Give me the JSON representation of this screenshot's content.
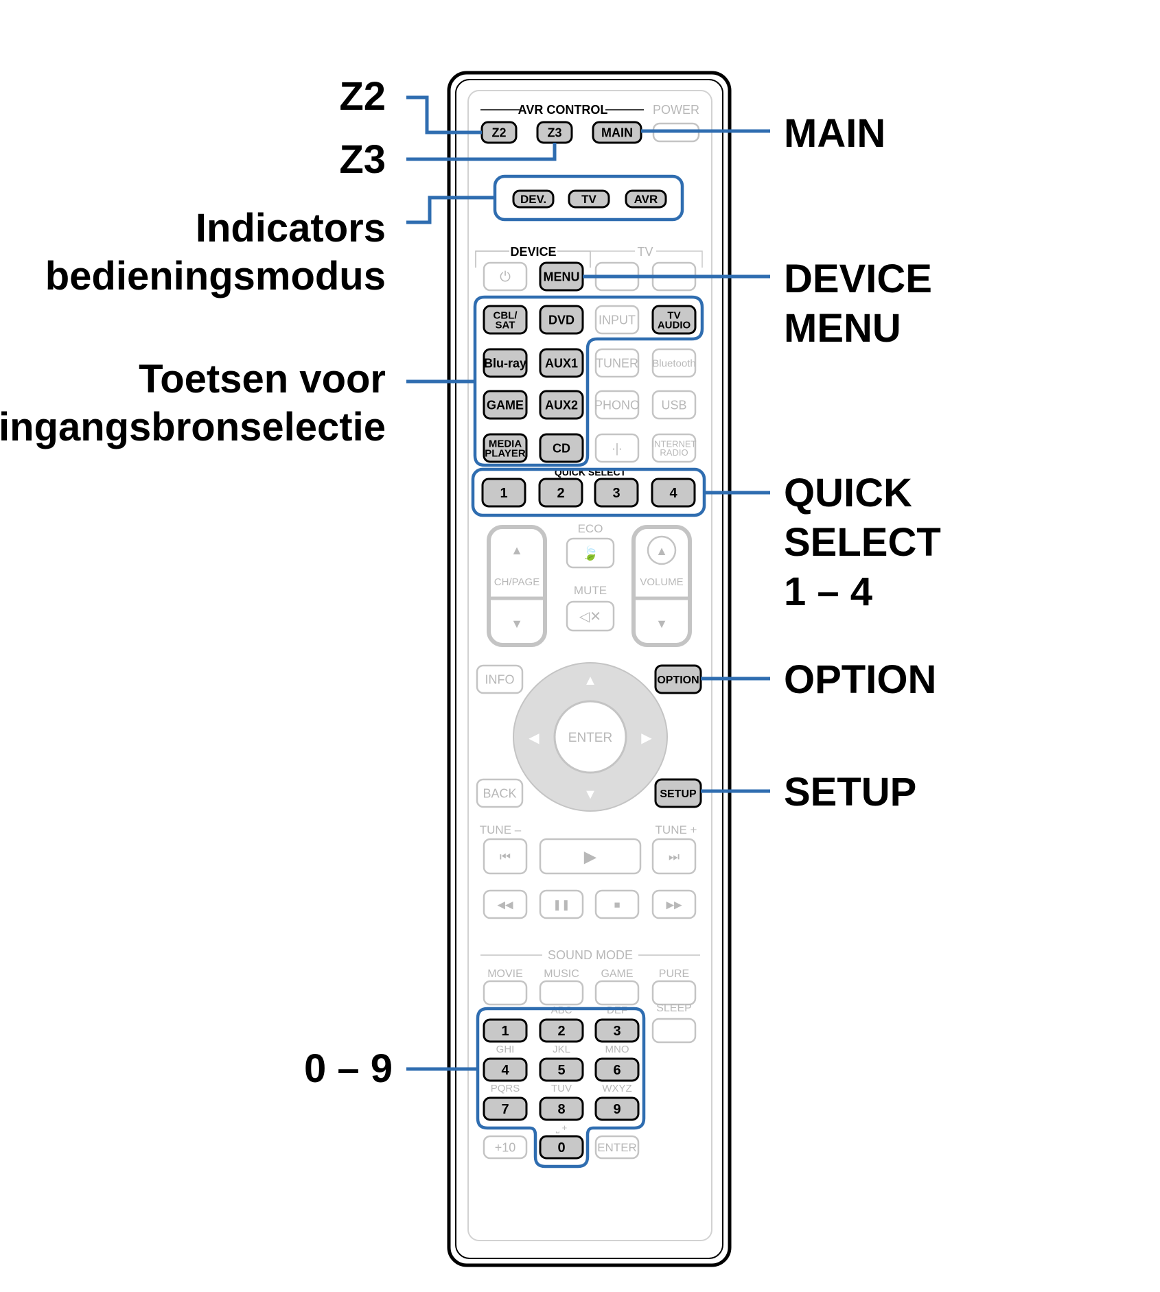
{
  "remote": {
    "sections": {
      "avr_control": "AVR CONTROL",
      "power": "POWER",
      "device": "DEVICE",
      "tv": "TV",
      "quick_select": "QUICK SELECT",
      "eco": "ECO",
      "mute": "MUTE",
      "ch_page": "CH/PAGE",
      "volume": "VOLUME",
      "tune_minus": "TUNE –",
      "tune_plus": "TUNE +",
      "sound_mode": "SOUND MODE",
      "sleep": "SLEEP"
    },
    "zone_buttons": [
      "Z2",
      "Z3",
      "MAIN"
    ],
    "mode_indicators": [
      "DEV.",
      "TV",
      "AVR"
    ],
    "device_menu": "MENU",
    "input_label": "INPUT",
    "source_buttons_active": [
      [
        "CBL/",
        "SAT"
      ],
      [
        "DVD"
      ],
      [
        "Blu-ray"
      ],
      [
        "AUX1"
      ],
      [
        "GAME"
      ],
      [
        "AUX2"
      ],
      [
        "MEDIA",
        "PLAYER"
      ],
      [
        "CD"
      ],
      [
        "TV",
        "AUDIO"
      ]
    ],
    "source_buttons_inactive": [
      [
        "TUNER"
      ],
      [
        "Bluetooth"
      ],
      [
        "PHONO"
      ],
      [
        "USB"
      ],
      [
        "INTERNET",
        "RADIO"
      ]
    ],
    "quick_select_buttons": [
      "1",
      "2",
      "3",
      "4"
    ],
    "nav": {
      "info": "INFO",
      "option": "OPTION",
      "enter": "ENTER",
      "back": "BACK",
      "setup": "SETUP"
    },
    "sound_modes": [
      "MOVIE",
      "MUSIC",
      "GAME",
      "PURE"
    ],
    "number_keys": [
      {
        "digit": "1",
        "letters": ""
      },
      {
        "digit": "2",
        "letters": "ABC"
      },
      {
        "digit": "3",
        "letters": "DEF"
      },
      {
        "digit": "4",
        "letters": "GHI"
      },
      {
        "digit": "5",
        "letters": "JKL"
      },
      {
        "digit": "6",
        "letters": "MNO"
      },
      {
        "digit": "7",
        "letters": "PQRS"
      },
      {
        "digit": "8",
        "letters": "TUV"
      },
      {
        "digit": "9",
        "letters": "WXYZ"
      }
    ],
    "plus10": "+10",
    "zero": "0",
    "enter_small": "ENTER"
  },
  "callouts": {
    "z2": [
      "Z2"
    ],
    "z3": [
      "Z3"
    ],
    "indicators": [
      "Indicators",
      "bedieningsmodus"
    ],
    "sources": [
      "Toetsen voor",
      "ingangsbronselectie"
    ],
    "numbers": [
      "0 – 9"
    ],
    "main": [
      "MAIN"
    ],
    "device_menu": [
      "DEVICE",
      "MENU"
    ],
    "quick_select": [
      "QUICK",
      "SELECT",
      "1 – 4"
    ],
    "option": [
      "OPTION"
    ],
    "setup": [
      "SETUP"
    ]
  },
  "colors": {
    "callout_line": "#2f6db0",
    "active_button": "#c8c8c8",
    "inactive_outline": "#c4c4c4",
    "inactive_text": "#b8b8b8"
  }
}
